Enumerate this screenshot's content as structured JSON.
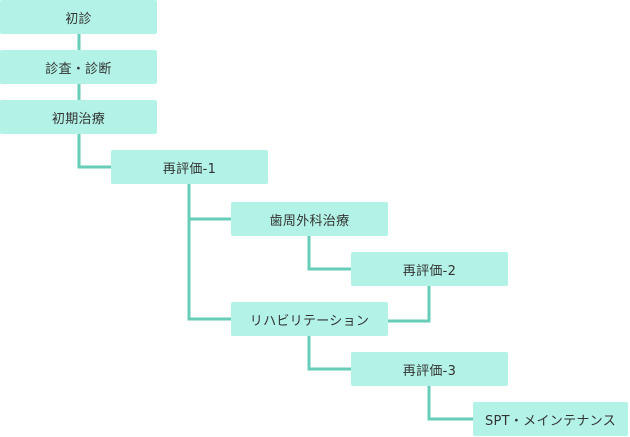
{
  "colors": {
    "box_fill": "#b3f2e6",
    "connector": "#66cdb8",
    "text": "#333333"
  },
  "steps": [
    {
      "id": "s1",
      "label": "初診"
    },
    {
      "id": "s2",
      "label": "診査・診断"
    },
    {
      "id": "s3",
      "label": "初期治療"
    },
    {
      "id": "s4",
      "label": "再評価-1"
    },
    {
      "id": "s5",
      "label": "歯周外科治療"
    },
    {
      "id": "s6",
      "label": "再評価-2"
    },
    {
      "id": "s7",
      "label": "リハビリテーション"
    },
    {
      "id": "s8",
      "label": "再評価-3"
    },
    {
      "id": "s9",
      "label": "SPT・メインテナンス"
    }
  ]
}
